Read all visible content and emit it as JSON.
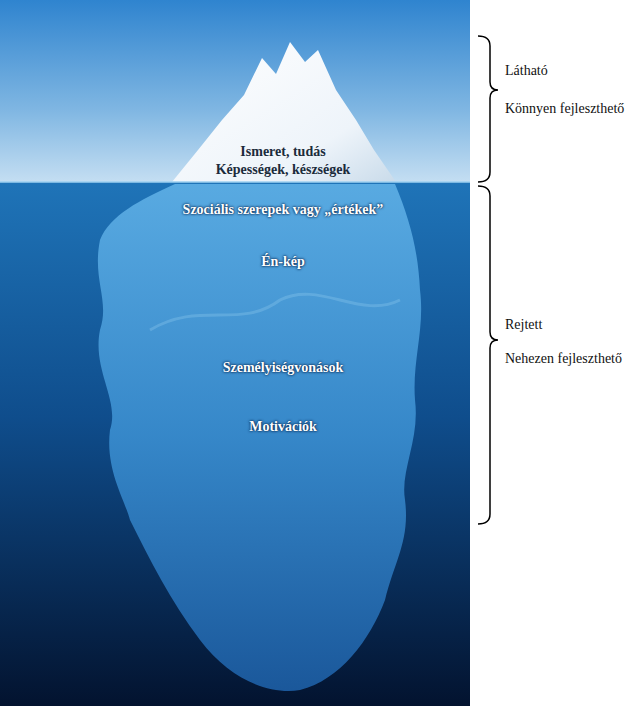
{
  "diagram": {
    "labels": [
      "Ismeret, tudás",
      "Képességek, készségek",
      "Szociális szerepek vagy „értékek”",
      "Én-kép",
      "Személyiségvonások",
      "Motivációk",
      "Látható",
      "Könnyen fejleszthető",
      "Rejtett",
      "Nehezen fejleszthető"
    ]
  }
}
